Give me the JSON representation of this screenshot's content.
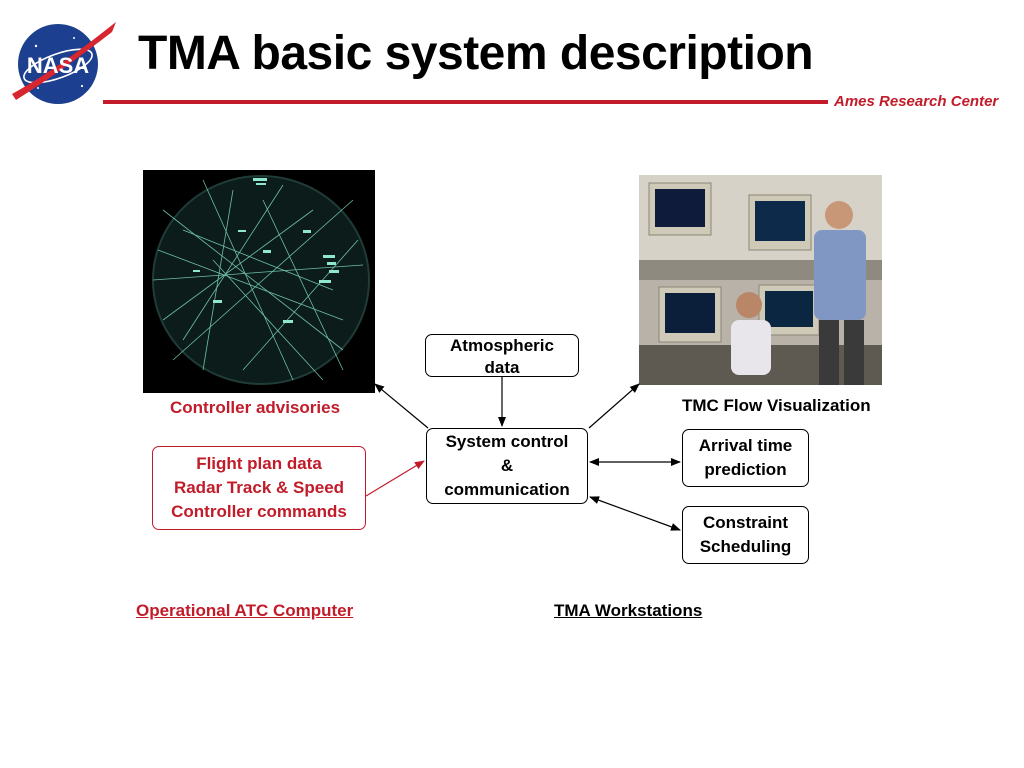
{
  "slide": {
    "title": "TMA basic system description",
    "center_name": "Ames Research Center",
    "logo_text": "NASA"
  },
  "colors": {
    "accent_red": "#c21b2a",
    "logo_blue": "#1d3f8f",
    "radar_green": "#7fdcc0"
  },
  "images": {
    "radar_display": "radar-scope-photo",
    "workstation_photo": "tmc-workstation-photo"
  },
  "labels": {
    "controller_advisories": "Controller advisories",
    "tmc_flow_visualization": "TMC Flow Visualization",
    "operational_atc_computer": "Operational ATC Computer",
    "tma_workstations": "TMA Workstations"
  },
  "boxes": {
    "atmospheric": [
      "Atmospheric",
      "data"
    ],
    "system_control": [
      "System control",
      "&",
      "communication"
    ],
    "arrival_time": [
      "Arrival time",
      "prediction"
    ],
    "constraint": [
      "Constraint",
      "Scheduling"
    ],
    "flight_plan": [
      "Flight plan data",
      "Radar Track & Speed",
      "Controller commands"
    ]
  }
}
